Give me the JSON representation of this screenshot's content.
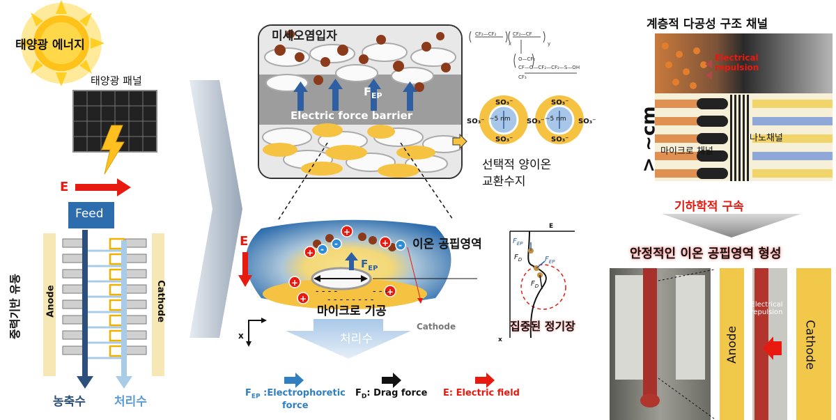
{
  "left": {
    "solar_energy": "태양광 에너지",
    "solar_panel": "태양광 패널",
    "e_label": "E",
    "feed": "Feed",
    "gravity_flow": "중력기반 유동",
    "anode": "Anode",
    "cathode": "Cathode",
    "concentrate": "농축수",
    "treated": "처리수"
  },
  "center": {
    "microplastics": "미세오염입자",
    "fep_sub": "EP",
    "barrier": "Electric force barrier",
    "sulfonate": "SO",
    "pore_size": "~5 nm",
    "resin_line1": "선택적 양이온",
    "resin_line2": "교환수지",
    "e_label": "E",
    "ion_depletion": "이온 공핍영역",
    "micro_pore": "마이크로 기공",
    "cathode": "Cathode",
    "treated": "처리수",
    "axis_x": "x",
    "concentrated_field": "집중된 정기장",
    "fd_sub": "D",
    "plot_axis_e": "E",
    "plot_axis_x": "x"
  },
  "legend": {
    "fep_prefix": "F",
    "fep_sub": "EP",
    "fep_text": " :Electrophoretic",
    "fep_text2": "force",
    "fd_prefix": "F",
    "fd_sub": "D",
    "fd_text": ": Drag force",
    "e_text": "E: Electric field"
  },
  "right": {
    "title": "계층적 다공성 구조 채널",
    "electrical_repulsion": "Electrical repulsion",
    "scale": "> ~cm",
    "micro_channel": "마이크로 채널",
    "nano_channel": "나노채널",
    "geometric": "기하학적 구속",
    "stable": "안정적인 이온 공핍영역 형성",
    "anode": "Anode",
    "cathode": "Cathode",
    "photo_repulsion": "Electrical repulsion"
  },
  "colors": {
    "red": "#e8190f",
    "blue": "#2e5fa3",
    "orange": "#f0a830",
    "gold": "#f5c242",
    "brown": "#8b3a1a"
  }
}
